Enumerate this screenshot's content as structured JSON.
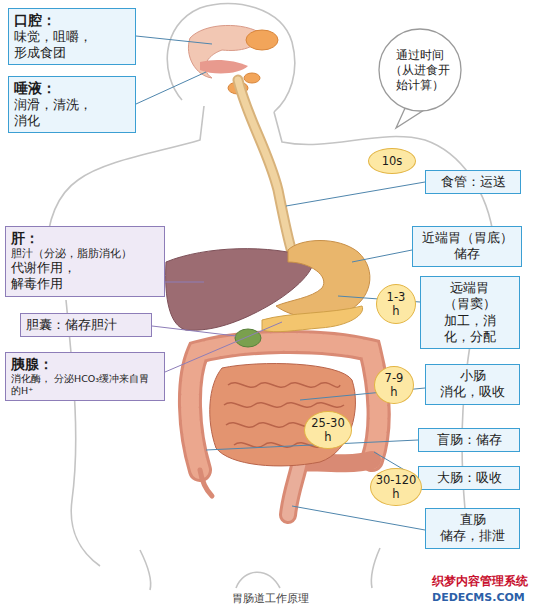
{
  "diagram": {
    "caption": "胃肠道工作原理",
    "nodes": [
      {
        "text": [
          "口腔：",
          "味觉，咀嚼， 形成食团"
        ]
      },
      {
        "text": [
          "唾液：",
          "润滑，清洗， 消化"
        ]
      },
      {
        "text": [
          "肝：",
          "胆汁（分泌，脂肪消化）",
          "代谢作用， 解毒作用"
        ]
      },
      {
        "text": [
          "胆囊：储存胆汁"
        ]
      },
      {
        "text": [
          "胰腺：",
          "消化酶， 分泌HCO₃缓冲来自胃的H⁺"
        ]
      },
      {
        "text": [
          "通过时间 （从进食开 始计算）"
        ]
      },
      {
        "text": [
          "10s"
        ]
      },
      {
        "text": [
          "食管：运送"
        ]
      },
      {
        "text": [
          "近端胃（胃底）",
          "储存"
        ]
      },
      {
        "text": [
          "远端胃 （胃窦）",
          "加工，消 化，分配"
        ]
      },
      {
        "text": [
          "1-3 h"
        ]
      },
      {
        "text": [
          "小肠",
          "消化，吸收"
        ]
      },
      {
        "text": [
          "7-9 h"
        ]
      },
      {
        "text": [
          "25-30 h"
        ]
      },
      {
        "text": [
          "盲肠：储存"
        ]
      },
      {
        "text": [
          "大肠：吸收"
        ]
      },
      {
        "text": [
          "30-120 h"
        ]
      },
      {
        "text": [
          "直肠",
          "储存，排泄"
        ]
      }
    ],
    "labels": [
      "织梦内容管理系统",
      "DEDECMS.COM"
    ]
  }
}
